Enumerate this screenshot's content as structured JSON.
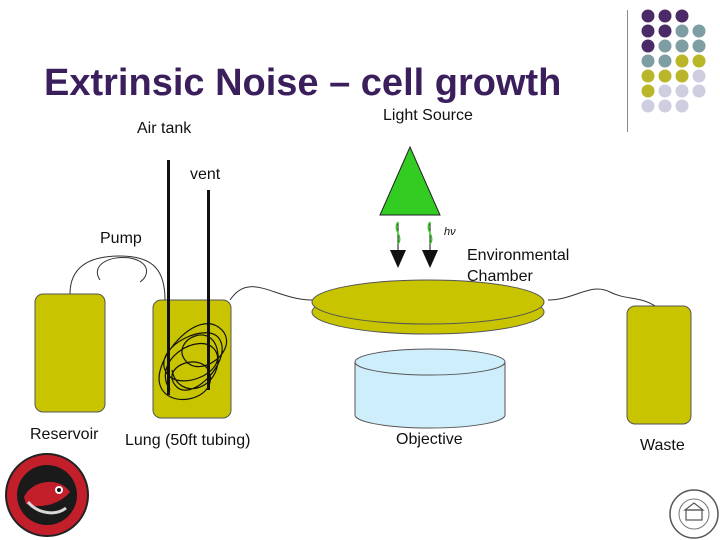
{
  "slide": {
    "title": "Extrinsic Noise – cell growth",
    "labels": {
      "air_tank": "Air tank",
      "light_source": "Light Source",
      "vent": "vent",
      "pump": "Pump",
      "hv": "hν",
      "environmental_chamber": "Environmental\nChamber",
      "reservoir": "Reservoir",
      "lung": "Lung (50ft tubing)",
      "objective": "Objective",
      "waste": "Waste"
    }
  },
  "colors": {
    "title": "#3a1f5c",
    "vessel_fill": "#c8c400",
    "light_source_fill": "#33cc22",
    "objective_fill": "#cfeefc",
    "dot_purple": "#4b2a68",
    "dot_teal": "#7f9ea3",
    "dot_olive": "#b9b62a",
    "dot_lavender": "#cfcde0"
  },
  "icons": {
    "logo": "salmon-logo-icon",
    "seal": "institute-seal-icon"
  }
}
